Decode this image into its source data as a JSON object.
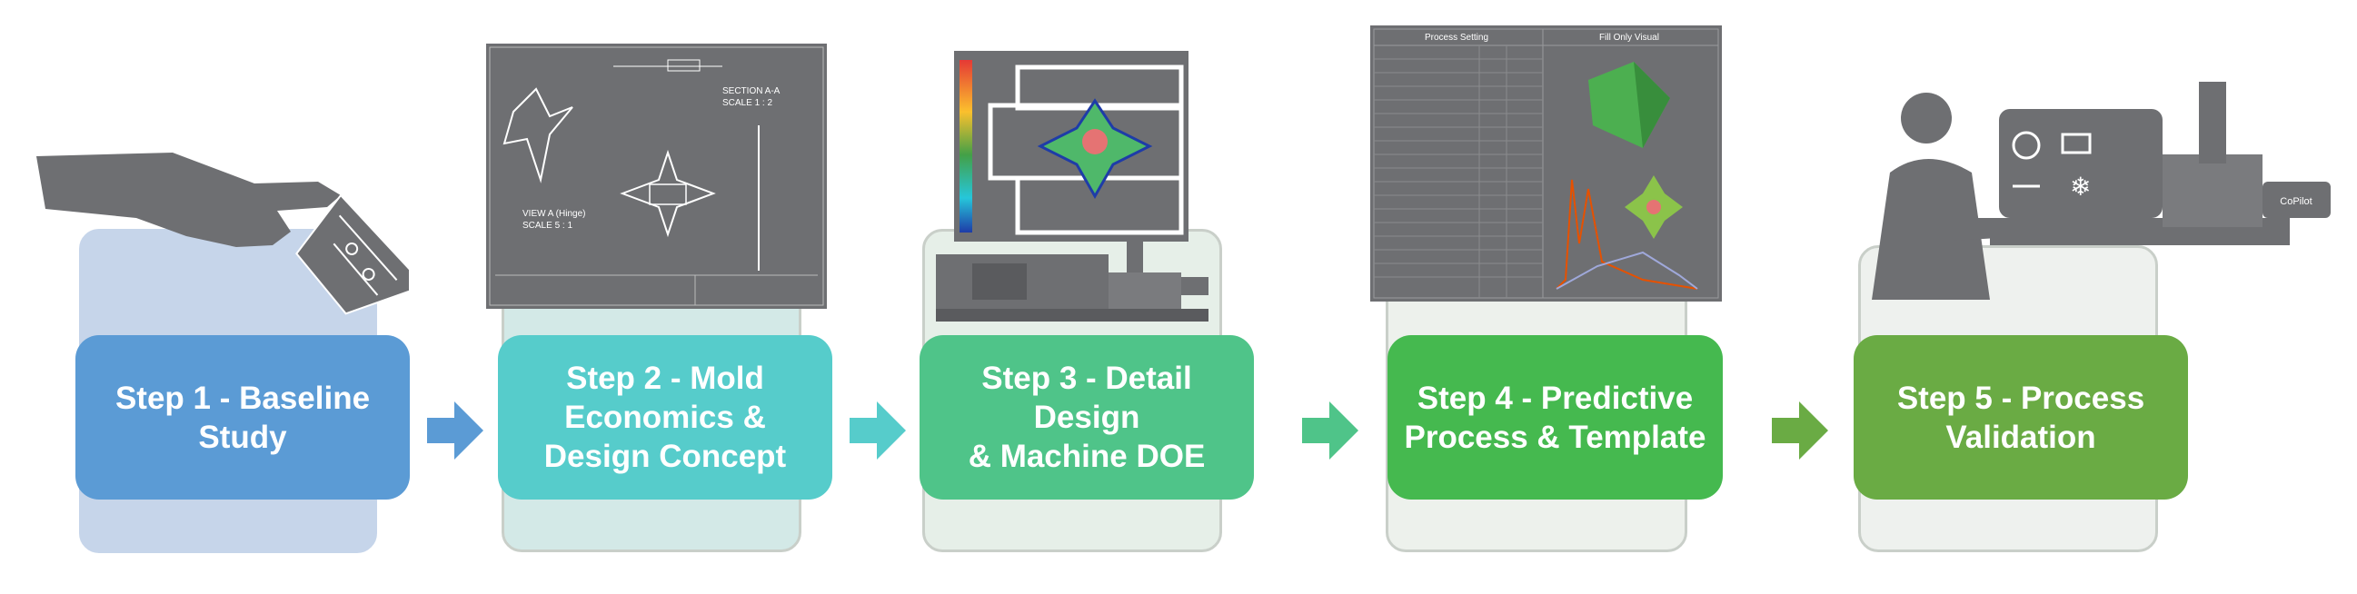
{
  "steps": [
    {
      "label": "Step 1 - Baseline Study",
      "color": "#5b9bd5"
    },
    {
      "label": "Step 2 - Mold\nEconomics &\nDesign Concept",
      "color": "#56cccb"
    },
    {
      "label": "Step 3 - Detail Design\n& Machine DOE",
      "color": "#4fc489"
    },
    {
      "label": "Step 4 - Predictive\nProcess & Template",
      "color": "#45b94f"
    },
    {
      "label": "Step 5 - Process\nValidation",
      "color": "#6aab44"
    }
  ],
  "arrow_colors": [
    "#5b9bd5",
    "#56cccb",
    "#4fc489",
    "#6aab44"
  ],
  "panel_colors": [
    "#c6d5ea",
    "#d3e9e7",
    "#e6efe8",
    "#edf1ec",
    "#eef1ee"
  ],
  "illustrations": {
    "drawing_labels": [
      "SECTION A-A",
      "SCALE 1 : 2",
      "VIEW A (Hinge)",
      "SCALE 5 : 1"
    ],
    "table_headers": [
      "Process Setting",
      "Fill Only Visual"
    ],
    "copilot_label": "CoPilot"
  }
}
